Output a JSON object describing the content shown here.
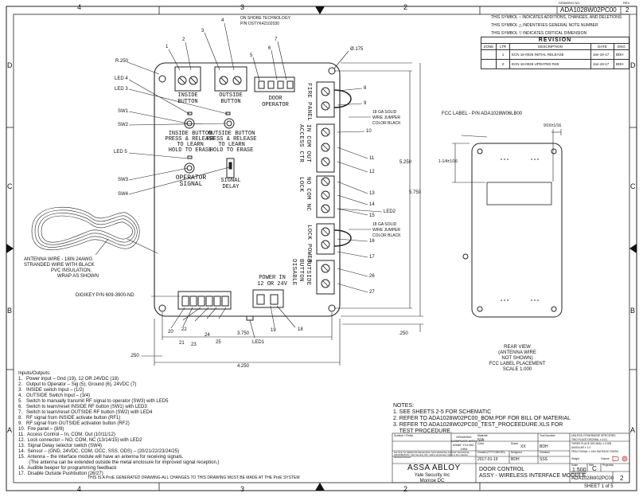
{
  "zones": {
    "top": [
      "4",
      "3",
      "2"
    ],
    "bottom": [
      "4",
      "3",
      "2"
    ],
    "left": [
      "D",
      "C",
      "B",
      "A"
    ],
    "right": [
      "D",
      "C",
      "B",
      "A"
    ]
  },
  "title_corner": {
    "drawing_no_label": "DRAWING NO.",
    "drawing_no": "ADA1028W02PC00",
    "rev_label": "REV",
    "rev": "2"
  },
  "symbols": [
    "THIS SYMBOL ○ INDICATES ADDITIONS, CHANGES, AND DELETIONS",
    "THIS SYMBOL △ INDENTIFIES GENERAL NOTE NUMBER",
    "THIS SYMBOL ▽ INDICATES CRITICAL DIMENSION"
  ],
  "revision": {
    "title": "REVISION",
    "headers": [
      "ZONE",
      "LTR",
      "DESCRIPTION",
      "DATE",
      "ENG"
    ],
    "rows": [
      [
        "",
        "1",
        "ECN 16-0026 INITIAL RELEASE",
        "Jan-19-17",
        "BDH"
      ],
      [
        "",
        "2",
        "ECN 16-0026 UPDATED R48",
        "Jan-19-17",
        "BDH"
      ]
    ]
  },
  "board": {
    "ic_labels": [
      "1",
      "2",
      "3",
      "4",
      "5",
      "6",
      "7"
    ],
    "on_shore": "ON SHORE TECHNOLOGY",
    "on_shore_pn": "P/N OSTYK42102030",
    "radius": "R.250",
    "hole": "Ø.175",
    "inside_button": [
      "INSIDE",
      "BUTTON"
    ],
    "outside_button": [
      "OUTSIDE",
      "BUTTON"
    ],
    "door_operator": [
      "DOOR",
      "OPERATOR"
    ],
    "led4": "LED 4",
    "led3": "LED 3",
    "led5": "LED 5",
    "led1": "LED1",
    "led2": "LED2",
    "sw1": "SW1",
    "sw2": "SW2",
    "sw3": "SW3",
    "sw4": "SW4",
    "inside_btn_text": [
      "INSIDE BUTTON",
      "PRESS & RELEASE",
      "TO LEARN",
      "HOLD TO ERASE"
    ],
    "outside_btn_text": [
      "OUTSIDE BUTTON",
      "PRESS & RELEASE",
      "TO LEARN",
      "HOLD TO ERASE"
    ],
    "operator_signal": [
      "OPERATOR",
      "SIGNAL"
    ],
    "signal_delay": [
      "SIGNAL",
      "DELAY"
    ],
    "power_in": [
      "POWER IN",
      "12 OR 24V"
    ],
    "vert_labels": [
      "FIRE PANEL",
      "IN COM OUT ACCESS CTR",
      "NO COM NC LOCK",
      "LOCK POWER",
      "OUTSIDE BUTTON DISABLE"
    ],
    "callouts_right": [
      "8",
      "9",
      "10",
      "11",
      "12",
      "13",
      "14",
      "15",
      "16",
      "17",
      "26",
      "27"
    ],
    "jumper1": [
      "18 GA SOLID",
      "WIRE JUMPER",
      "COLOR BLACK"
    ],
    "jumper2": [
      "18 GA SOLID",
      "WIRE JUMPER",
      "COLOR BLACK"
    ],
    "dim_5250": "5.250",
    "dim_5750": "5.750",
    "dim_3750": "3.750",
    "dim_4250": "4.250",
    "dim_250a": ".250",
    "dim_250b": ".250",
    "bottom_callouts": [
      "20",
      "22",
      "21",
      "23",
      "24",
      "25",
      "19",
      "18"
    ],
    "antenna_note": [
      "ANTENNA WIRE - 18IN 24AWG",
      "STRANDED WIRE WITH BLACK",
      "PVC INSULATION.",
      "WRAP AS SHOWN"
    ],
    "digikey": "DIGIKEY P/N 609-3900-ND"
  },
  "rear": {
    "fcc_label": "FCC LABEL - P/N ADA1028W06LB00",
    "dim1": "9/16±1/16",
    "dim2": "1-1/4±1/16",
    "caption": [
      "REAR VIEW",
      "(ANTENNA WIRE",
      "NOT SHOWN)",
      "FCC LABEL PLACEMENT",
      "SCALE  1.000"
    ]
  },
  "io": {
    "title": "Inputs/Outputs:",
    "items": [
      "1.   Power input – Gnd (19), 12 OR 24VDC (18)",
      "2.   Output to Operator – Sig (5), Ground (6), 24VDC (7)",
      "3.   INSIDE switch Input – (1/2)",
      "4.   OUTSIDE Switch Input – (3/4)",
      "5.   Switch to manually transmit RF signal to operator (SW3) with LED5",
      "6.   Switch to learn/reset INSIDE RF button (SW1) with LED3",
      "7.   Switch to learn/reset OUTSIDE RF button (SW2) with LED4",
      "8.   RF signal from INSIDE activate button (RF1)",
      "9.   RF signal from OUTSIDE activation button (RF2)",
      "10.  Fire panel – (8/9)",
      "11.  Access Control – In, COM, Out (10/11/12)",
      "12.  Lock connector – NO, COM, NC (13/14/15) with LED2",
      "13.  Signal Delay selector switch (SW4)",
      "14.  Sensor – (GND, 24VDC, COM, OCC, SSS, ODS) – (20/21/22/23/24/25)",
      "15.  Antenna – the interface module will have an antenna for receiving signals.",
      "        (The antenna can be extended outside the metal enclosure for improved signal reception.)",
      "16.  Audible beeper for programming feedback",
      "17.  Disable Outside Pushbutton (26/27)"
    ]
  },
  "notes": {
    "title": "NOTES:",
    "items": [
      "1. SEE SHEETS 2-5 FOR SCHEMATIC",
      "2. REFER TO ADA1028W02PC00_BOM.PDF FOR BILL OF MATERIAL",
      "3. REFER TO ADA1028W02PC00_TEST_PROCEEDURE.XLS FOR",
      "    TEST PROCEDURE."
    ]
  },
  "footer_note": "THIS IS A ProE GENERATED DRAWING-ALL CHANGES TO THIS DRAWING MUST BE MADE AT THE ProE SYSTEM",
  "title_block": {
    "surface_finish": "Surface / Finish",
    "drawing_comp": [
      "DRAWING",
      "COMPLIES WITH",
      "ASME Y14.5M -",
      "1994"
    ],
    "material": "Material",
    "material_val": "N/A",
    "color": "Color",
    "color_val": "XX",
    "tool_number": "Tool Number",
    "unless": "UNLESS OTHERWISE SPECIFIED",
    "tol": [
      "TWO PLACE DECIMAL ± 0.01",
      "THREE PLACE DECIMAL ± 0.005",
      "ANGULAR  ± 1.0",
      "FRACTIONAL ± 1/64   SURFACE FINISH"
    ],
    "proprietary": "NOTICE TO PERSONS RECEIVING THIS DRAWING AND/OR TECHNICAL INFORMATION: Yale Security INC. claims proprietary rights to the material disclosed hereon.",
    "created": "Created (YYYY-MM-DD)",
    "created_val": "2017-01-19",
    "designed": "Designed",
    "designed_val": "BDH",
    "checked": "Checked",
    "checked_val": "SSS",
    "drawn": "Drawn",
    "drawn_val": "BDH",
    "weight": "Weight",
    "volume": "Volume",
    "company": "ASSA ABLOY",
    "company_sub": "Yale Security Inc",
    "city": "Monroe DC",
    "title1": "DOOR CONTROL",
    "title2": "ASSY - WIRELESS INTERFACE MODULE",
    "scale_label": "Scale",
    "scale": "1.500",
    "size_label": "Size",
    "size": "C",
    "projection_label": "Projection",
    "doc_label": "Document ID",
    "doc": "ADA1028W02PC00",
    "rev": "2",
    "sheet": "SHEET 1 of 5"
  }
}
